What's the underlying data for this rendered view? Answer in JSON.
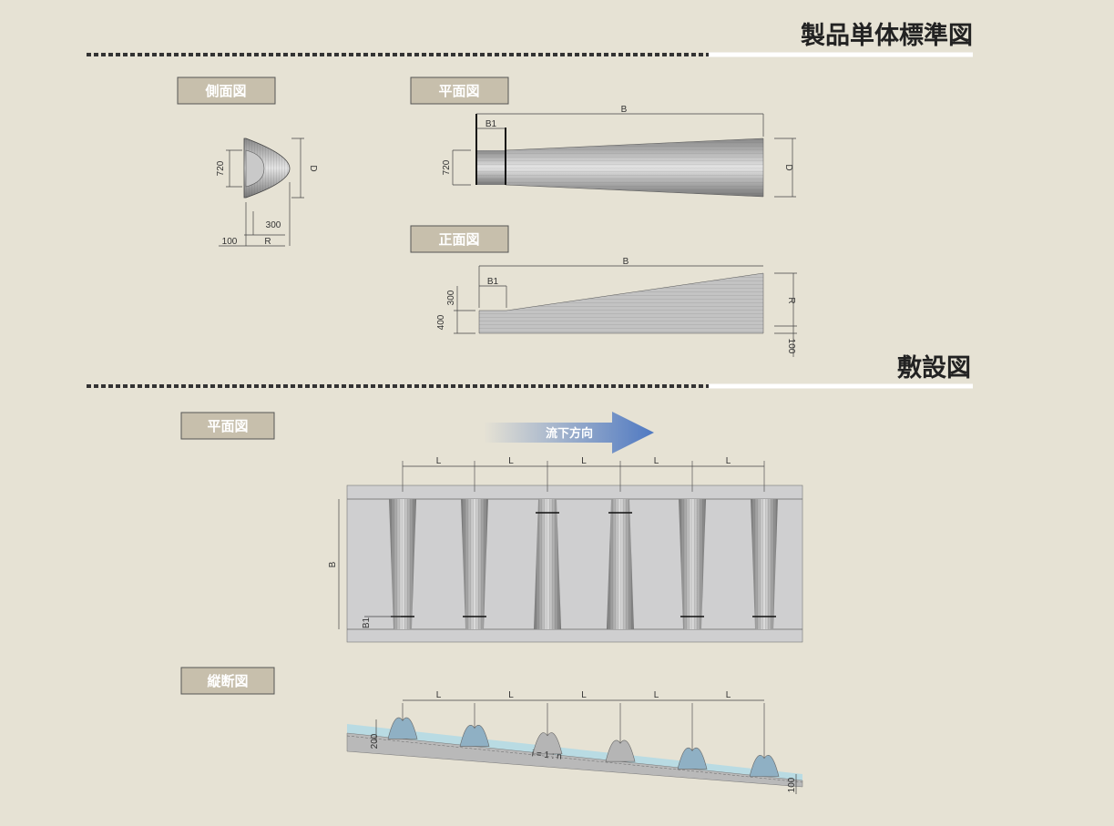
{
  "sections": {
    "standard": {
      "title": "製品単体標準図"
    },
    "laying": {
      "title": "敷設図"
    }
  },
  "labels": {
    "side_view": "側面図",
    "plan_view": "平面図",
    "front_view": "正面図",
    "laying_plan": "平面図",
    "longitudinal": "縦断図",
    "flow_direction": "流下方向"
  },
  "dims": {
    "d720": "720",
    "D": "D",
    "d300": "300",
    "d100": "100",
    "R": "R",
    "B": "B",
    "B1": "B1",
    "d400": "400",
    "L": "L",
    "d200": "200",
    "slope": "i = 1 : n"
  },
  "colors": {
    "background": "#e6e2d4",
    "label_box": "#c7bfac",
    "water": "#b8dde6",
    "concrete": "#b9b9b9",
    "arrow": "#5b83c6"
  }
}
